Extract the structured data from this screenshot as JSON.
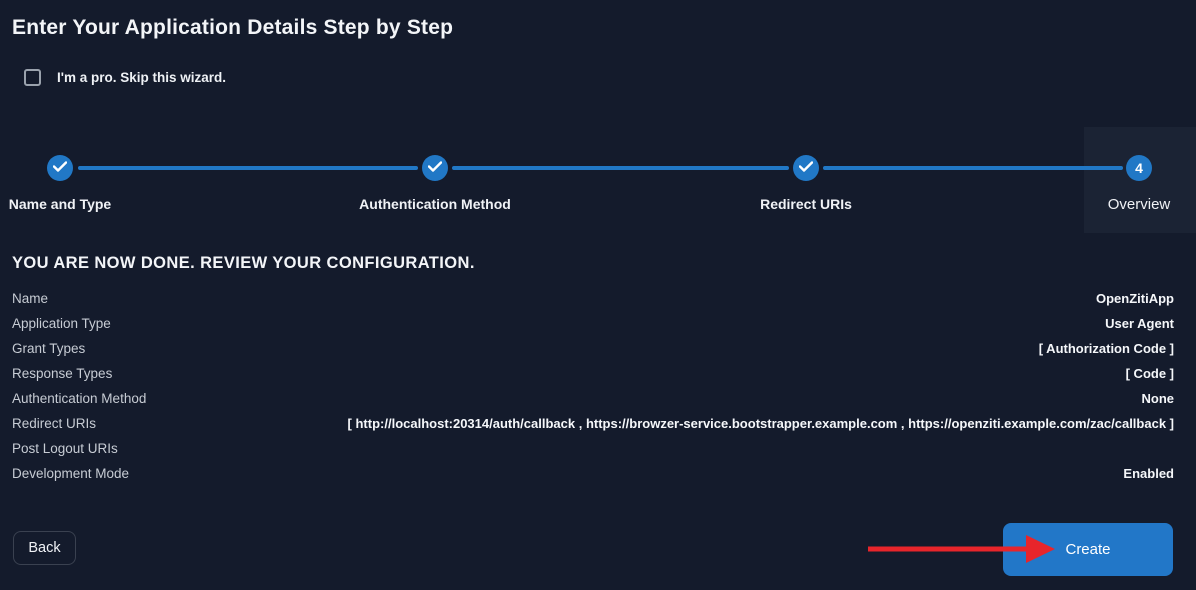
{
  "header": {
    "title": "Enter Your Application Details Step by Step",
    "skip_wizard": {
      "label": "I'm a pro. Skip this wizard.",
      "checked": false
    }
  },
  "stepper": {
    "steps": [
      {
        "label": "Name and Type",
        "state": "completed",
        "icon": "check-icon"
      },
      {
        "label": "Authentication Method",
        "state": "completed",
        "icon": "check-icon"
      },
      {
        "label": "Redirect URIs",
        "state": "completed",
        "icon": "check-icon"
      },
      {
        "label": "Overview",
        "state": "active",
        "number": "4"
      }
    ]
  },
  "review": {
    "heading": "YOU ARE NOW DONE. REVIEW YOUR CONFIGURATION.",
    "rows": [
      {
        "label": "Name",
        "value": "OpenZitiApp"
      },
      {
        "label": "Application Type",
        "value": "User Agent"
      },
      {
        "label": "Grant Types",
        "value": "[ Authorization Code ]"
      },
      {
        "label": "Response Types",
        "value": "[ Code ]"
      },
      {
        "label": "Authentication Method",
        "value": "None"
      },
      {
        "label": "Redirect URIs",
        "value": "[ http://localhost:20314/auth/callback , https://browzer-service.bootstrapper.example.com , https://openziti.example.com/zac/callback ]"
      },
      {
        "label": "Post Logout URIs",
        "value": ""
      },
      {
        "label": "Development Mode",
        "value": "Enabled"
      }
    ]
  },
  "footer": {
    "back_button": "Back",
    "create_button": "Create"
  },
  "annotation": {
    "icon": "arrow-right-icon",
    "color": "#e8252b",
    "points_to": "create-button"
  },
  "colors": {
    "background": "#141b2c",
    "accent_blue": "#2178c6",
    "button_blue": "#2277c8",
    "active_step_panel": "#1b2334",
    "arrow_red": "#e8252b"
  }
}
